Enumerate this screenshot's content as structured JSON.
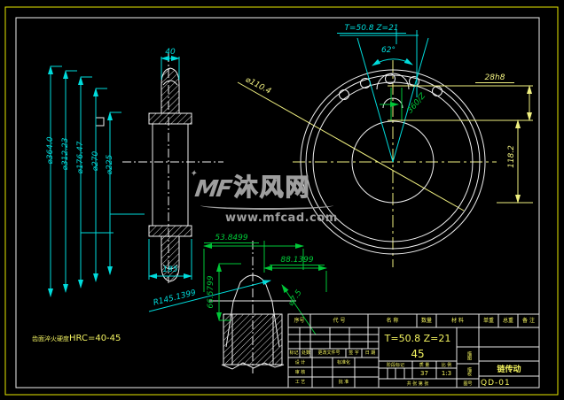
{
  "watermark": {
    "star": "✦",
    "logo": "MF",
    "brand": "沐风网",
    "url": "www.mfcad.com"
  },
  "note": {
    "prefix": "齿面淬火硬度",
    "value": "HRC=40-45"
  },
  "side_view": {
    "dia_outer": "⌀364.0",
    "dia_2": "⌀312.23",
    "dia_3": "⌀176.47",
    "dia_4": "⌀270",
    "dia_5": "⌀225",
    "tooth_width": "40",
    "hub_length": "185"
  },
  "front_view": {
    "spec": "T=50.8 Z=21",
    "tooth_angle": "62°",
    "bore_dia": "⌀110.4",
    "key_width": "28h8",
    "pitch_angle": "360/Z",
    "key_depth": "118.2"
  },
  "detail_view": {
    "width_1": "53.8499",
    "width_2": "88.1399",
    "height_1": "66.5799",
    "radius_1": "R145.1399",
    "dia_1": "⌀7.5"
  },
  "title_block": {
    "header": [
      "序号",
      "代  号",
      "名  称",
      "数量",
      "材  料",
      "单重",
      "总重",
      "备 注"
    ],
    "spec": "T=50.8 Z=21",
    "material": "45",
    "revision_row": [
      "标记",
      "处数",
      "更改文件号",
      "签 字",
      "日 期"
    ],
    "staff": [
      "设 计",
      "审 核",
      "工 艺"
    ],
    "staff2_top": "标准化",
    "staff2_bottom": "批 准",
    "stage_label": "阶段标记",
    "weight_label": "质 量",
    "scale_label": "比 例",
    "weight_value": "37",
    "scale_value": "1:3",
    "sheet_note": "共 张 第 张",
    "side_label_1": "描图",
    "side_label_2": "描校",
    "side_label_3": "图号",
    "part_name": "链传动",
    "drawing_no": "QD-01"
  },
  "colors": {
    "background": "#000000",
    "frame_outer": "#e8e800",
    "frame_inner": "#f0f0f0",
    "dim_cyan": "#00dcdc",
    "dim_green": "#00c838",
    "dim_yellow": "#f0f080",
    "table_text": "#f5f560",
    "watermark_gray": "#9e9e9e"
  }
}
